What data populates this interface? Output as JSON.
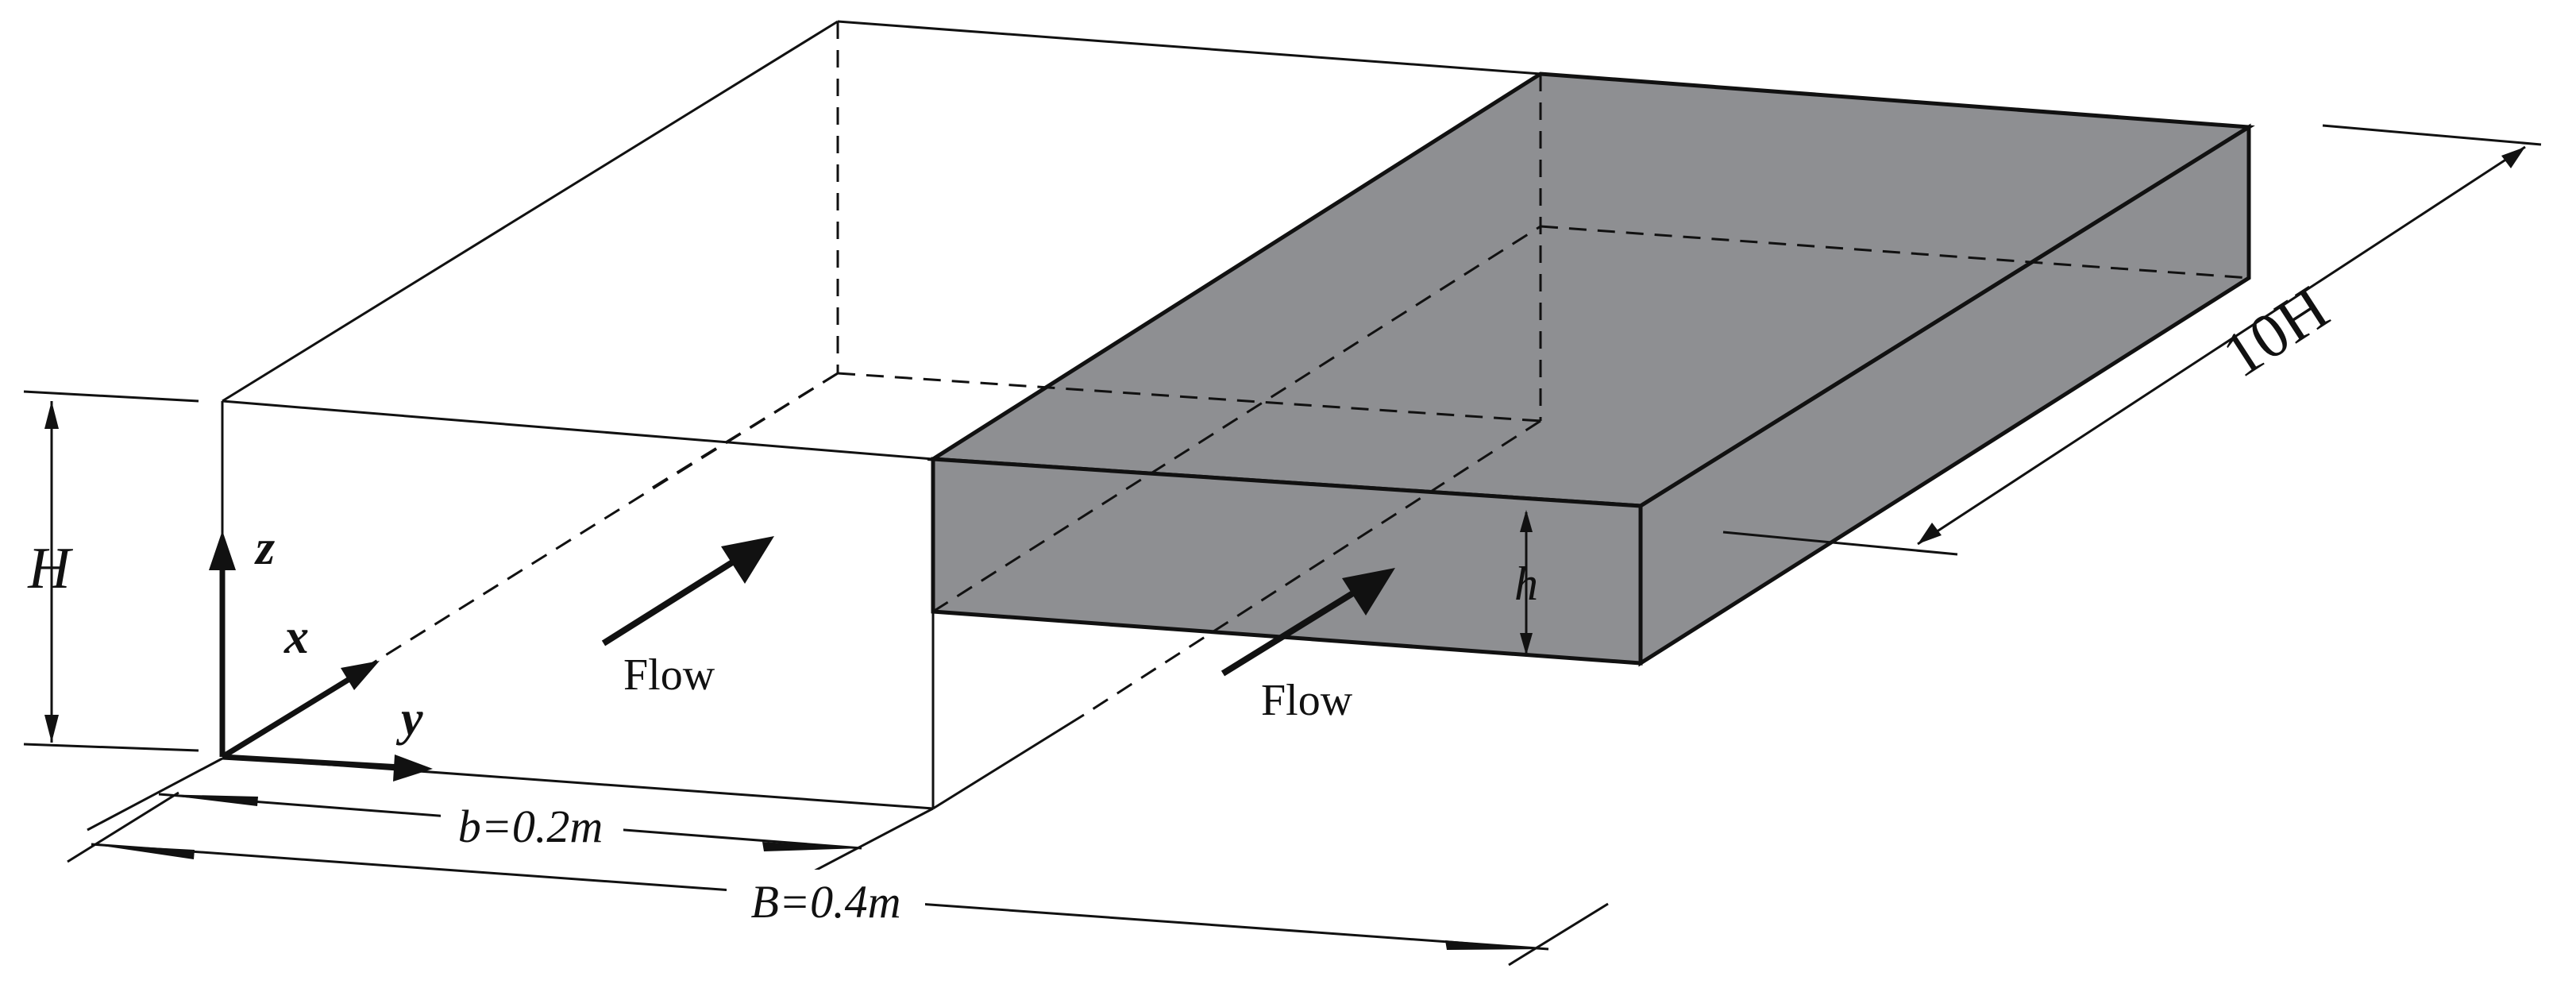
{
  "labels": {
    "H": "H",
    "z": "z",
    "x": "x",
    "y": "y",
    "flow_left": "Flow",
    "flow_right": "Flow",
    "h": "h",
    "ten_H": "10H",
    "b_dim": "b=0.2m",
    "B_dim": "B=0.4m"
  },
  "colors": {
    "stroke": "#111111",
    "plate_fill": "#8e8f92",
    "background": "#ffffff"
  }
}
